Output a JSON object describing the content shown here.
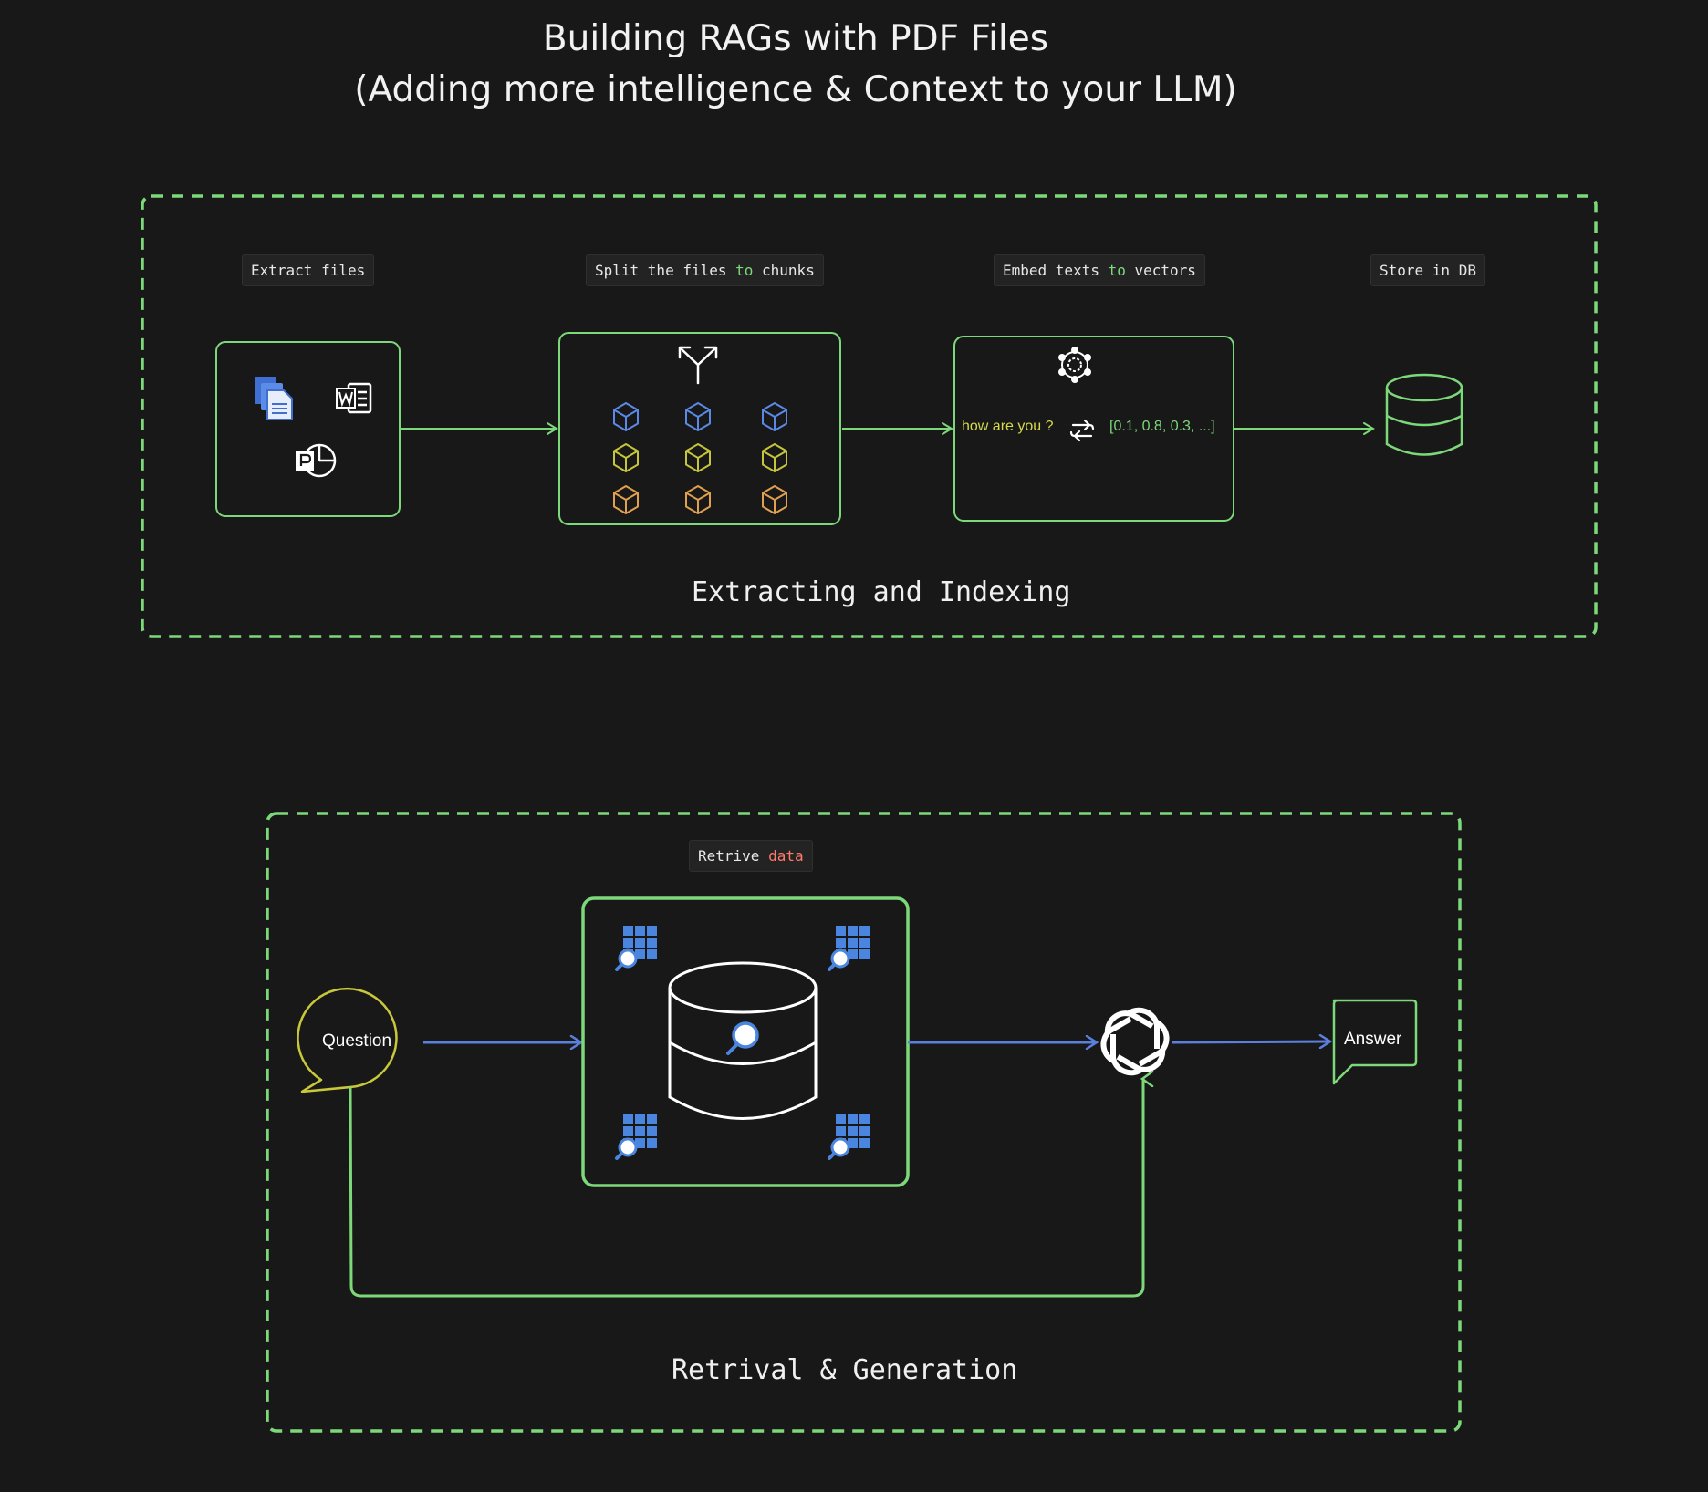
{
  "title": {
    "line1": "Building RAGs with PDF Files",
    "line2": "(Adding more intelligence & Context to your LLM)"
  },
  "indexing": {
    "section_label": "Extracting and Indexing",
    "steps": [
      {
        "pre": "Extract files",
        "hl": "",
        "post": ""
      },
      {
        "pre": "Split the files ",
        "hl": "to",
        "post": " chunks"
      },
      {
        "pre": "Embed texts ",
        "hl": "to",
        "post": " vectors"
      },
      {
        "pre": "Store in DB",
        "hl": "",
        "post": ""
      }
    ],
    "embed_input": "how are you ?",
    "embed_output": "[0.1, 0.8, 0.3, ...]"
  },
  "retrieval": {
    "section_label": "Retrival & Generation",
    "step": {
      "pre": "Retrive ",
      "hl": "data"
    },
    "question_label": "Question",
    "answer_label": "Answer"
  },
  "colors": {
    "background": "#181818",
    "frame_green": "#7dd87a",
    "arrow_blue": "#5b7fdc",
    "question_yellow": "#c8c83a",
    "cube_blue": "#5b8ae6",
    "cube_yellow": "#c6c63c",
    "cube_orange": "#e0a050",
    "embed_input": "#d7d94a",
    "embed_output": "#7dd87a"
  }
}
